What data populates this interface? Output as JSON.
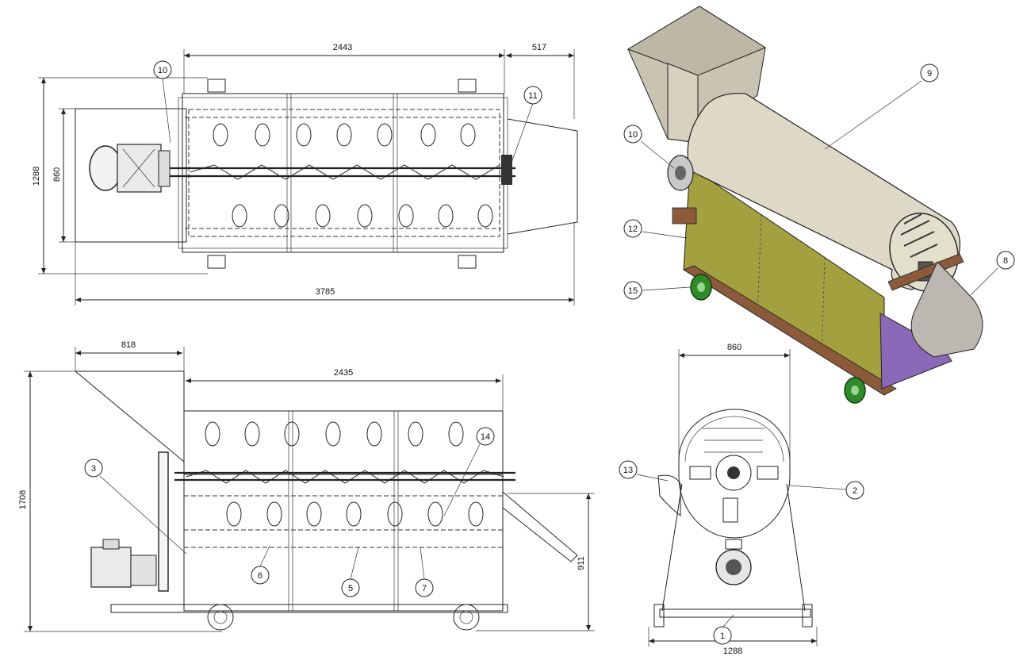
{
  "colors": {
    "line": "#222222",
    "drum": "#d9d5c2",
    "panel": "#9c9a3c",
    "hopper": "#cfcab9",
    "chute": "#b8b4ad",
    "purple": "#8a6ab8",
    "wheel": "#2f8a2a",
    "rail": "#8a5a3a"
  },
  "top_view": {
    "dims": {
      "length_drum": "2443",
      "outlet": "517",
      "width_outer": "1288",
      "width_inner": "860",
      "total_length": "3785"
    },
    "balloons": {
      "motor": "10",
      "shaft_end": "11"
    }
  },
  "side_view": {
    "dims": {
      "hopper": "818",
      "drum": "2435",
      "height": "1708",
      "outlet_height": "911"
    },
    "balloons": {
      "frame": "3",
      "sieve_a": "6",
      "sieve_b": "5",
      "sieve_c": "7",
      "paddle": "14"
    }
  },
  "end_view": {
    "dims": {
      "drum_width": "860",
      "base_width": "1288"
    },
    "balloons": {
      "side_chute": "13",
      "bearing": "2",
      "base": "1"
    }
  },
  "iso_view": {
    "balloons": {
      "drum": "9",
      "motor": "10",
      "panel": "12",
      "wheel": "15",
      "outlet": "8"
    }
  }
}
